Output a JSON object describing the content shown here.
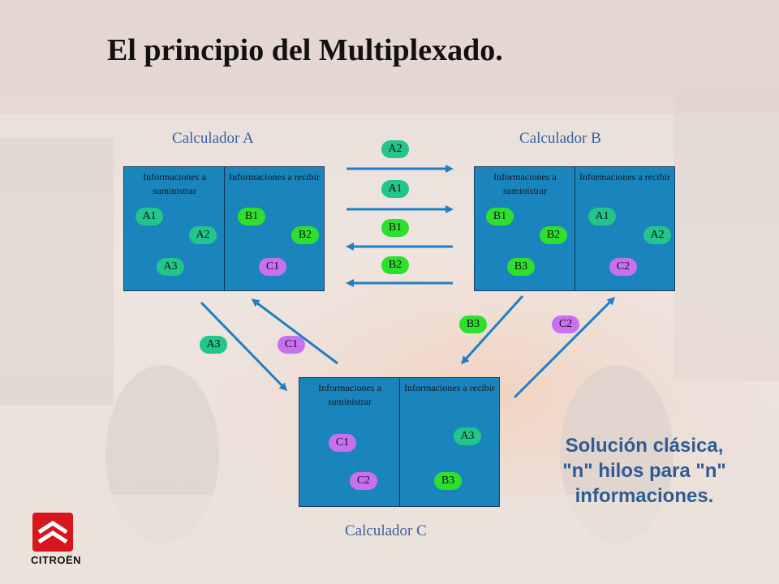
{
  "title": "El principio del Multiplexado.",
  "calculators": {
    "a": {
      "label": "Calculador A",
      "left_header": "Informaciones a suministrar",
      "right_header": "Informaciones a recibir",
      "left_items": [
        "A1",
        "A2",
        "A3"
      ],
      "right_items": [
        "B1",
        "B2",
        "C1"
      ]
    },
    "b": {
      "label": "Calculador B",
      "left_header": "Informaciones a suministrar",
      "right_header": "Informaciones a recibir",
      "left_items": [
        "B1",
        "B2",
        "B3"
      ],
      "right_items": [
        "A1",
        "A2",
        "C2"
      ]
    },
    "c": {
      "label": "Calculador C",
      "left_header": "Informaciones a suministrar",
      "right_header": "Informaciones a recibir",
      "left_items": [
        "C1",
        "C2"
      ],
      "right_items": [
        "A3",
        "B3"
      ]
    }
  },
  "transfers": {
    "a_to_b": [
      "A2",
      "A1"
    ],
    "b_to_a": [
      "B1",
      "B2"
    ],
    "a_to_c": "A3",
    "c_to_a": "C1",
    "b_to_c": "B3",
    "c_to_b": "C2"
  },
  "solution": {
    "line1": "Solución clásica,",
    "line2": "\"n\" hilos para \"n\"",
    "line3": "informaciones."
  },
  "brand": "CITROËN",
  "colors": {
    "box": "#1a85bd",
    "signal_a": "#22c58a",
    "signal_b": "#2ee02e",
    "signal_c": "#c970f0",
    "arrow": "#1f7fc4",
    "solution_text": "#2f5c93",
    "logo_red": "#d7161e"
  }
}
